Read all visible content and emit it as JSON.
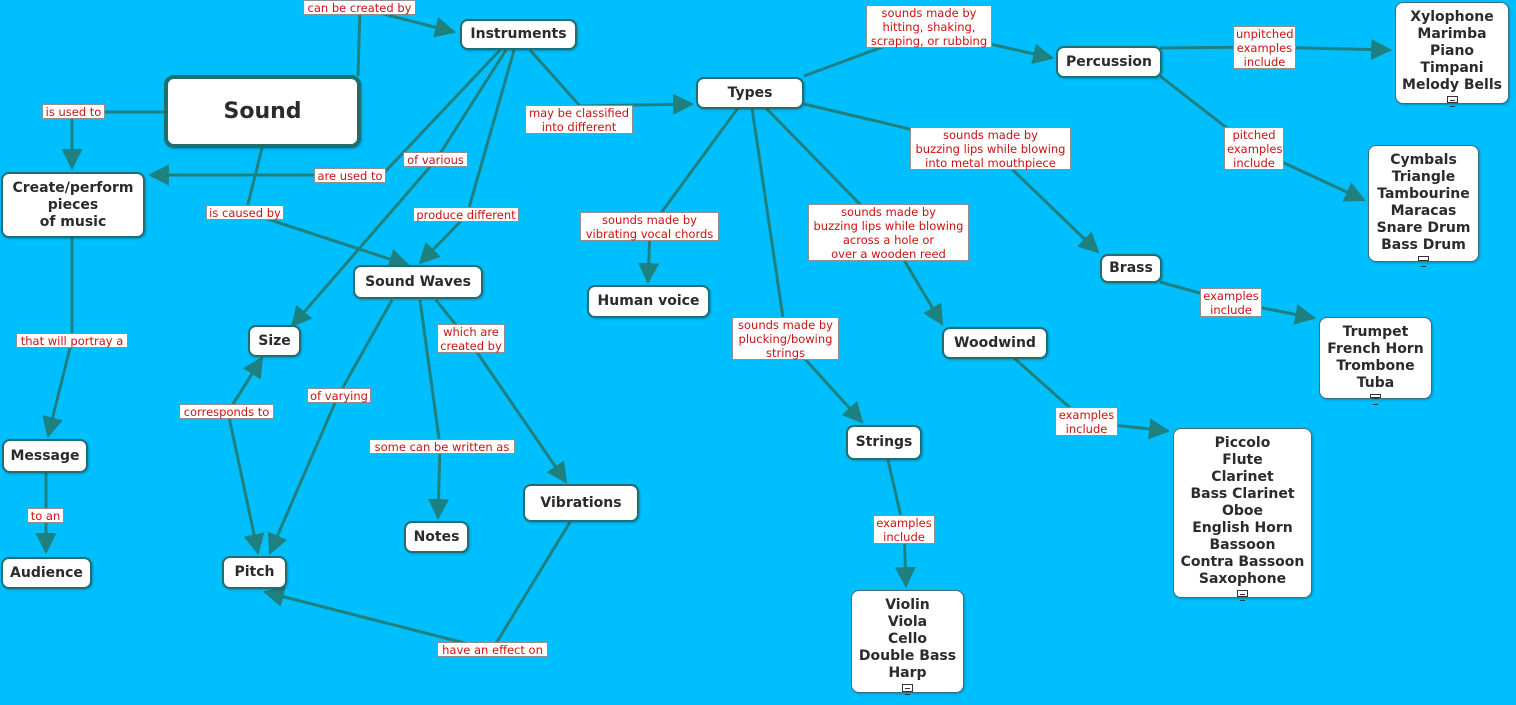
{
  "colors": {
    "background": "#00bfff",
    "link": "#1f8080",
    "label_text": "#cc1111",
    "node_border": "#1f6f6f"
  },
  "icons": {
    "list_marker": "document-icon"
  },
  "nodes": {
    "sound": "Sound",
    "instruments": "Instruments",
    "create_perform": "Create/perform\npieces\nof music",
    "sound_waves": "Sound Waves",
    "size": "Size",
    "pitch": "Pitch",
    "notes": "Notes",
    "vibrations": "Vibrations",
    "message": "Message",
    "audience": "Audience",
    "types": "Types",
    "human_voice": "Human voice",
    "strings": "Strings",
    "woodwind": "Woodwind",
    "brass": "Brass",
    "percussion": "Percussion",
    "strings_examples": "Violin\nViola\nCello\nDouble Bass\nHarp",
    "woodwind_examples": "Piccolo\nFlute\nClarinet\nBass Clarinet\nOboe\nEnglish Horn\nBassoon\nContra Bassoon\nSaxophone",
    "brass_examples": "Trumpet\nFrench Horn\nTrombone\nTuba",
    "unpitched_examples": "Xylophone\nMarimba\nPiano\nTimpani\nMelody Bells",
    "pitched_examples": "Cymbals\nTriangle\nTambourine\nMaracas\nSnare Drum\nBass Drum"
  },
  "labels": {
    "can_be_created_by": "can be created by",
    "is_used_to": "is used to",
    "are_used_to": "are used to",
    "is_caused_by": "is caused by",
    "of_various": "of various",
    "produce_different": "produce different",
    "may_be_classified": "may be classified\ninto different",
    "that_will_portray": "that will portray a",
    "to_an": "to an",
    "corresponds_to": "corresponds to",
    "of_varying": "of varying",
    "which_are_created_by": "which are\ncreated by",
    "some_can_be_written": "some can be written as",
    "have_an_effect_on": "have an effect on",
    "vocal_chords": "sounds made by\nvibrating vocal chords",
    "plucking_bowing": "sounds made by\nplucking/bowing\nstrings",
    "woodwind_desc": "sounds made by\nbuzzing lips while blowing\nacross a hole or\nover a wooden reed",
    "brass_desc": "sounds made by\nbuzzing lips while blowing\ninto metal mouthpiece",
    "percussion_desc": "sounds made by\nhitting, shaking,\nscraping, or rubbing",
    "unpitched": "unpitched\nexamples\ninclude",
    "pitched": "pitched\nexamples\ninclude",
    "brass_examples": "examples\ninclude",
    "woodwind_examples": "examples\ninclude",
    "strings_examples": "examples\ninclude"
  }
}
